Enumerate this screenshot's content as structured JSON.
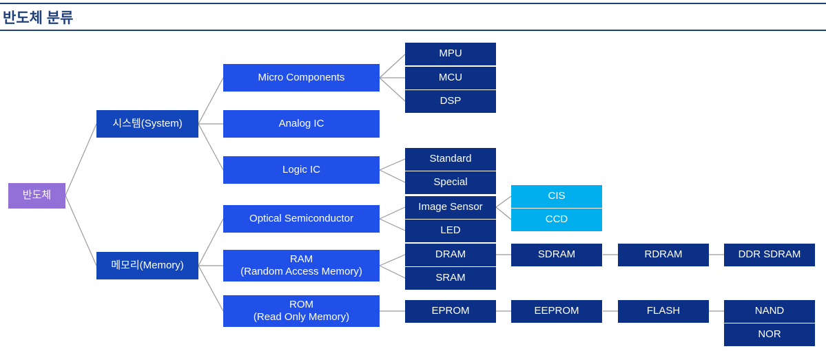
{
  "header": {
    "title": "반도체 분류",
    "rule_color": "#1f3f7a",
    "title_color": "#1f3f7a"
  },
  "colors": {
    "root": "#9370d8",
    "level2": "#1346ba",
    "level3": "#2050e8",
    "level4": "#0b3085",
    "level5": "#0b3085",
    "sensor": "#01aeed",
    "connector": "#9a9a9a",
    "text": "#ffffff",
    "background": "#ffffff"
  },
  "diagram": {
    "type": "tree",
    "orientation": "left-to-right",
    "root": {
      "label": "반도체"
    },
    "nodes": {
      "system": "시스템(System)",
      "memory": "메모리(Memory)",
      "micro_components": "Micro Components",
      "analog_ic": "Analog IC",
      "logic_ic": "Logic IC",
      "optical_semiconductor": "Optical Semiconductor",
      "ram": "RAM\n(Random Access Memory)",
      "rom": "ROM\n(Read Only Memory)",
      "mpu": "MPU",
      "mcu": "MCU",
      "dsp": "DSP",
      "standard": "Standard",
      "special": "Special",
      "image_sensor": "Image Sensor",
      "led": "LED",
      "dram": "DRAM",
      "sram": "SRAM",
      "eprom": "EPROM",
      "cis": "CIS",
      "ccd": "CCD",
      "sdram": "SDRAM",
      "rdram": "RDRAM",
      "ddr_sdram": "DDR SDRAM",
      "eeprom": "EEPROM",
      "flash": "FLASH",
      "nand": "NAND",
      "nor": "NOR"
    }
  }
}
